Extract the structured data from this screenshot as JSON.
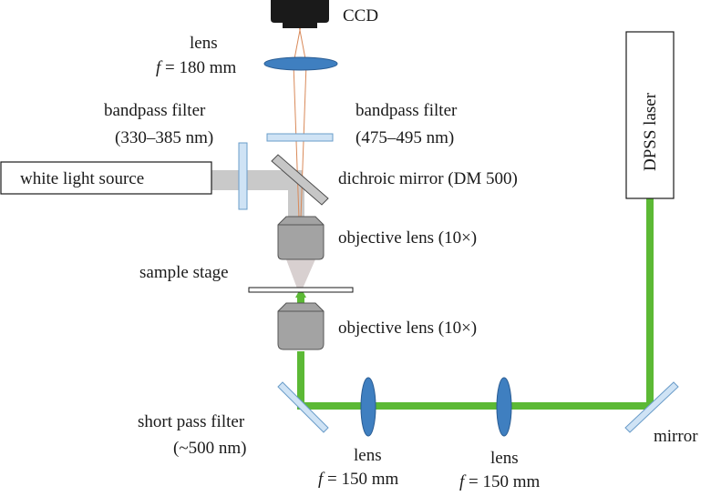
{
  "labels": {
    "ccd": "CCD",
    "lens_top": "lens",
    "lens_top_focal_symbol": "f",
    "lens_top_focal_value": " = 180 mm",
    "bandpass_left_title": "bandpass filter",
    "bandpass_left_range": "(330–385 nm)",
    "bandpass_right_title": "bandpass filter",
    "bandpass_right_range": "(475–495 nm)",
    "white_light_source": "white light source",
    "dichroic_mirror": "dichroic mirror (DM 500)",
    "objective_top": "objective lens (10×)",
    "sample_stage": "sample stage",
    "objective_bottom": "objective lens (10×)",
    "dpss_laser": "DPSS laser",
    "short_pass_title": "short pass filter",
    "short_pass_range": "(~500 nm)",
    "lens_left": "lens",
    "lens_left_focal_symbol": "f",
    "lens_left_focal_value": " = 150 mm",
    "lens_right": "lens",
    "lens_right_focal_symbol": "f",
    "lens_right_focal_value": " = 150 mm",
    "mirror": "mirror"
  },
  "colors": {
    "laser_beam": "#5cb935",
    "white_beam": "#c9c9c9",
    "lens_fill": "#3f7fc0",
    "filter_fill": "#cfe3f5",
    "filter_stroke": "#6a9cc9",
    "ccd_fill": "#1a1a1a",
    "objective_fill": "#a3a3a3",
    "objective_stroke": "#555555",
    "emission_rays": "#d98a5a",
    "dichroic_fill": "#c6c6c6"
  }
}
